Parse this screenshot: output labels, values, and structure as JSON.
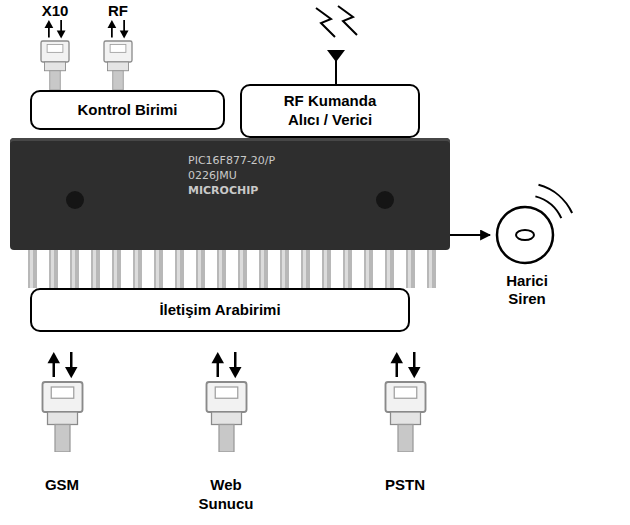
{
  "diagram": {
    "nodes": [
      {
        "text": [
          "Kontrol Birimi"
        ]
      },
      {
        "text": [
          "RF Kumanda Alıcı / Verici"
        ]
      },
      {
        "text": [
          "PIC16F877-20/P",
          "0226JMU",
          "MICROCHIP"
        ]
      },
      {
        "text": [
          "Harici Siren"
        ]
      },
      {
        "text": [
          "İletişim Arabirimi"
        ]
      }
    ],
    "edges": [
      {
        "from": 2,
        "to": 3,
        "arrow": "to"
      }
    ],
    "labels": [
      "X10",
      "RF",
      "GSM",
      "Web Sunucu",
      "PSTN"
    ]
  }
}
